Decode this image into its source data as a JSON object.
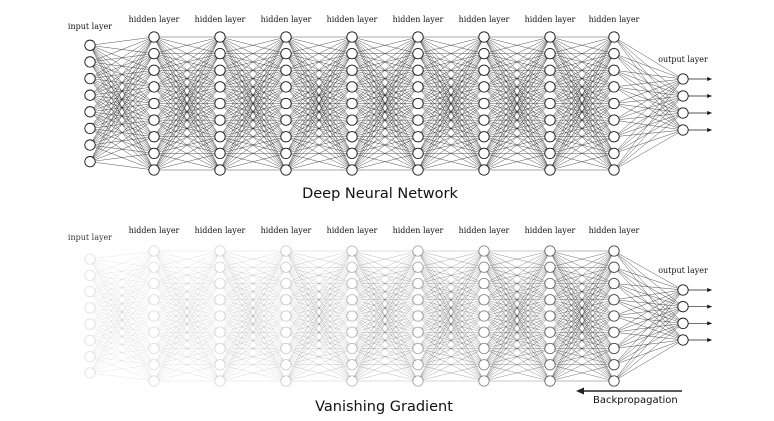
{
  "diagrams": [
    {
      "id": "deep",
      "caption": "Deep Neural Network",
      "input_label": "input layer",
      "hidden_labels": [
        "hidden layer",
        "hidden layer",
        "hidden layer",
        "hidden layer",
        "hidden layer",
        "hidden layer",
        "hidden layer",
        "hidden layer"
      ],
      "output_label": "output layer",
      "layer_sizes": [
        8,
        9,
        9,
        9,
        9,
        9,
        9,
        9,
        9,
        4
      ],
      "fade": false
    },
    {
      "id": "vanishing",
      "caption": "Vanishing Gradient",
      "input_label": "input layer",
      "hidden_labels": [
        "hidden layer",
        "hidden layer",
        "hidden layer",
        "hidden layer",
        "hidden layer",
        "hidden layer",
        "hidden layer",
        "hidden layer"
      ],
      "output_label": "output layer",
      "layer_sizes": [
        8,
        9,
        9,
        9,
        9,
        9,
        9,
        9,
        9,
        4
      ],
      "fade": true,
      "arrow_label": "Backpropagation"
    }
  ],
  "colors": {
    "line": "#1a1a1a",
    "node_fill": "#ffffff",
    "background": "#ffffff"
  }
}
